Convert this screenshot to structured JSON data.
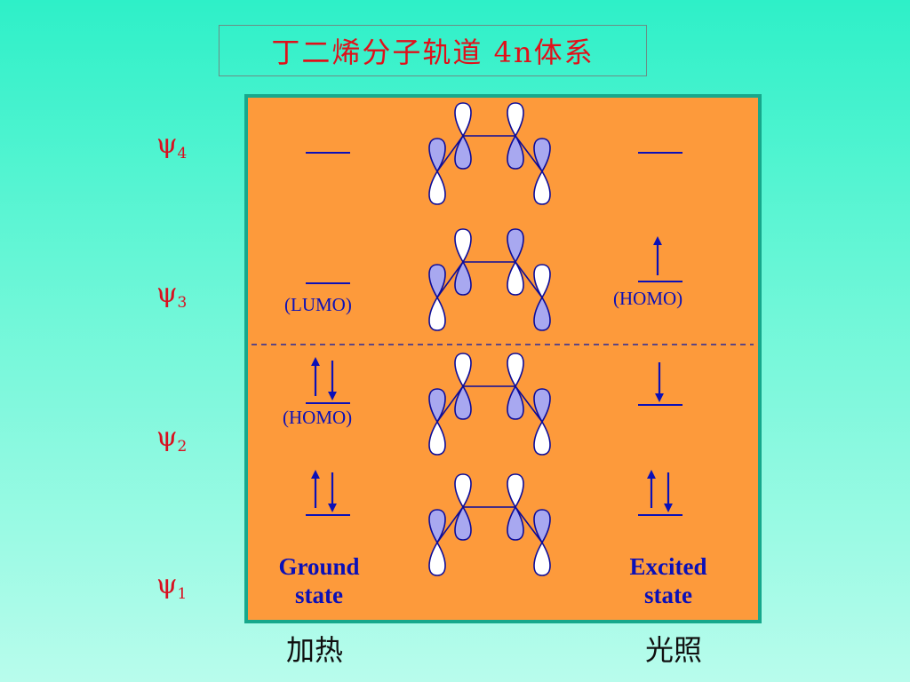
{
  "title": "丁二烯分子轨道  4n体系",
  "orbitals": {
    "psi4": {
      "symbol": "ψ",
      "sub": "4"
    },
    "psi3": {
      "symbol": "ψ",
      "sub": "3"
    },
    "psi2": {
      "symbol": "ψ",
      "sub": "2"
    },
    "psi1": {
      "symbol": "ψ",
      "sub": "1"
    }
  },
  "ground": {
    "lumo_label": "(LUMO)",
    "homo_label": "(HOMO)",
    "state_line1": "Ground",
    "state_line2": "state"
  },
  "excited": {
    "homo_label": "(HOMO)",
    "state_line1": "Excited",
    "state_line2": "state"
  },
  "footer": {
    "left": "加热",
    "right": "光照"
  },
  "colors": {
    "title": "#e0101a",
    "psi": "#d81020",
    "labels": "#0b10b8",
    "panel": "#fd9a3b",
    "panel_border": "#17a88c",
    "lobe_shaded": "#a8a8f0",
    "lobe_outline": "#0b0b9a"
  }
}
